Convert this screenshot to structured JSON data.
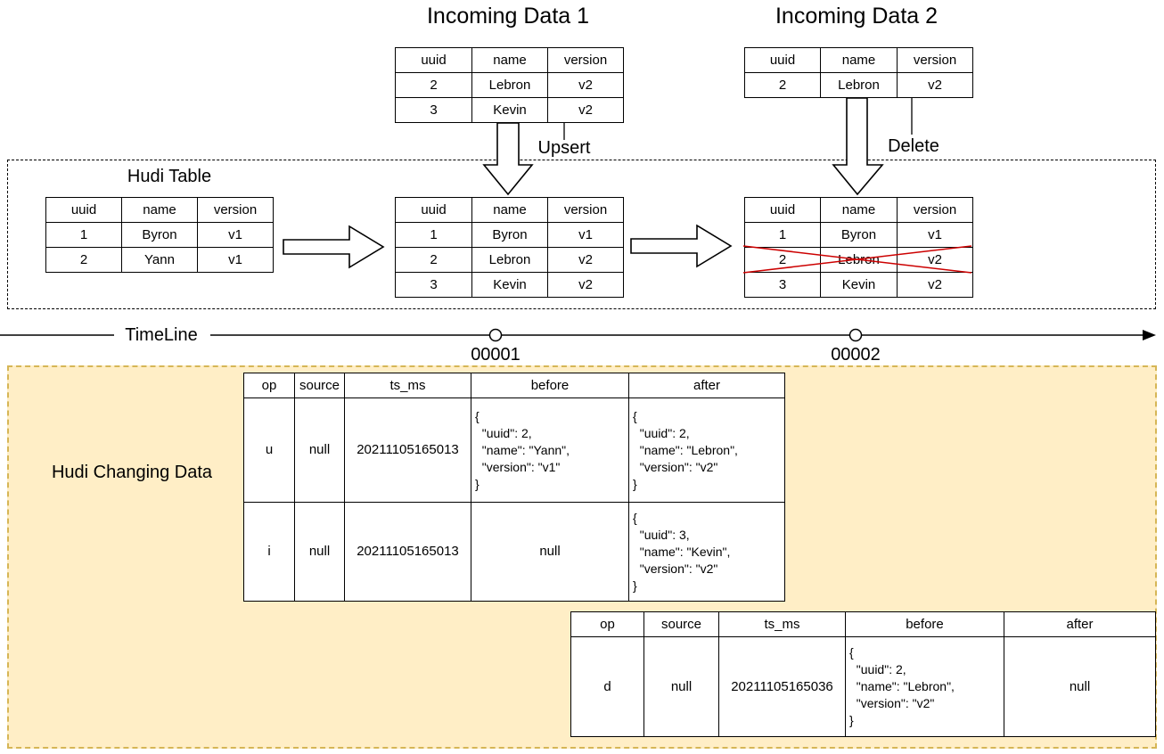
{
  "diagram": {
    "incoming1": {
      "title": "Incoming Data 1",
      "table": {
        "headers": [
          "uuid",
          "name",
          "version"
        ],
        "rows": [
          [
            "2",
            "Lebron",
            "v2"
          ],
          [
            "3",
            "Kevin",
            "v2"
          ]
        ]
      },
      "action_label": "Upsert"
    },
    "incoming2": {
      "title": "Incoming Data 2",
      "table": {
        "headers": [
          "uuid",
          "name",
          "version"
        ],
        "rows": [
          [
            "2",
            "Lebron",
            "v2"
          ]
        ]
      },
      "action_label": "Delete"
    },
    "hudi_box": {
      "title": "Hudi Table",
      "state1": {
        "headers": [
          "uuid",
          "name",
          "version"
        ],
        "rows": [
          [
            "1",
            "Byron",
            "v1"
          ],
          [
            "2",
            "Yann",
            "v1"
          ]
        ]
      },
      "state2": {
        "headers": [
          "uuid",
          "name",
          "version"
        ],
        "rows": [
          [
            "1",
            "Byron",
            "v1"
          ],
          [
            "2",
            "Lebron",
            "v2"
          ],
          [
            "3",
            "Kevin",
            "v2"
          ]
        ],
        "cell_classes": [
          [
            "",
            "",
            ""
          ],
          [
            "",
            "hl-red",
            "hl-red"
          ],
          [
            "hl-blue",
            "hl-blue",
            "hl-blue"
          ]
        ]
      },
      "state3": {
        "headers": [
          "uuid",
          "name",
          "version"
        ],
        "rows": [
          [
            "1",
            "Byron",
            "v1"
          ],
          [
            "2",
            "Lebron",
            "v2"
          ],
          [
            "3",
            "Kevin",
            "v2"
          ]
        ]
      }
    },
    "timeline": {
      "label": "TimeLine",
      "commits": [
        {
          "id": "00001"
        },
        {
          "id": "00002"
        }
      ]
    },
    "changing": {
      "title": "Hudi Changing Data",
      "table1": {
        "headers": [
          "op",
          "source",
          "ts_ms",
          "before",
          "after"
        ],
        "rows": [
          [
            "u",
            "null",
            "20211105165013",
            "{\n  \"uuid\": 2,\n  \"name\": \"Yann\",\n  \"version\": \"v1\"\n}",
            "{\n  \"uuid\": 2,\n  \"name\": \"Lebron\",\n  \"version\": \"v2\"\n}"
          ],
          [
            "i",
            "null",
            "20211105165013",
            "null",
            "{\n  \"uuid\": 3,\n  \"name\": \"Kevin\",\n  \"version\": \"v2\"\n}"
          ]
        ],
        "cell_classes": [
          [
            "",
            "",
            "",
            "json",
            "json"
          ],
          [
            "",
            "",
            "",
            "",
            "json"
          ]
        ]
      },
      "table2": {
        "headers": [
          "op",
          "source",
          "ts_ms",
          "before",
          "after"
        ],
        "rows": [
          [
            "d",
            "null",
            "20211105165036",
            "{\n  \"uuid\": 2,\n  \"name\": \"Lebron\",\n  \"version\": \"v2\"\n}",
            "null"
          ]
        ],
        "cell_classes": [
          [
            "",
            "",
            "",
            "json",
            ""
          ]
        ]
      }
    }
  },
  "colors": {
    "updated_fill": "#f0b1ab",
    "updated_border": "#b85450",
    "inserted_fill": "#dae8fc",
    "inserted_border": "#6c8ebf",
    "changing_box_fill": "#ffeec6",
    "changing_box_border": "#d6b656",
    "delete_cross": "#cc0000"
  }
}
